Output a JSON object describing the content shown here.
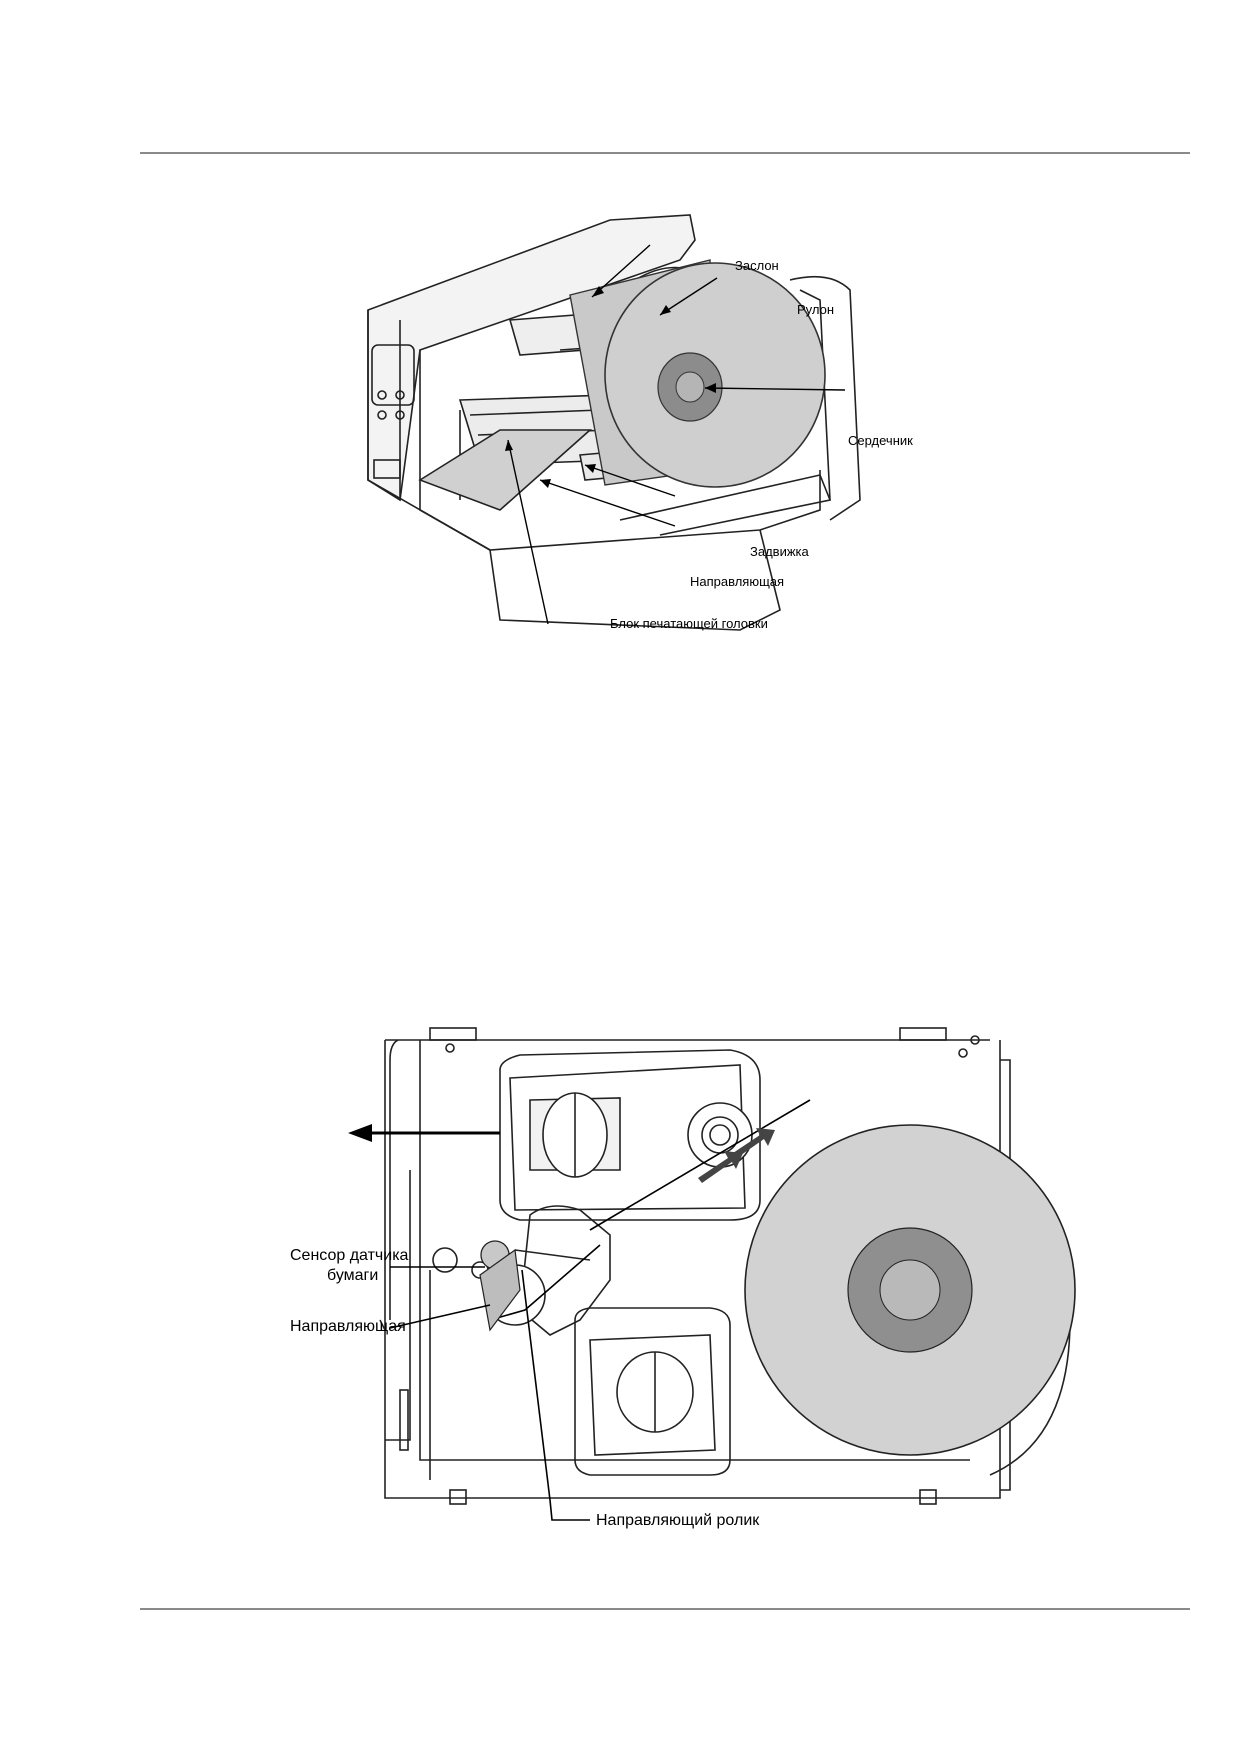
{
  "figure1": {
    "labels": {
      "shutter": "Заслон",
      "roll": "Рулон",
      "core": "Сердечник",
      "latch": "Задвижка",
      "guide": "Направляющая",
      "printhead": "Блок печатающей головки"
    }
  },
  "figure2": {
    "labels": {
      "sensor_line1": "Сенсор датчика",
      "sensor_line2": "бумаги",
      "guide": "Направляющая",
      "guide_roller": "Направляющий ролик"
    }
  }
}
